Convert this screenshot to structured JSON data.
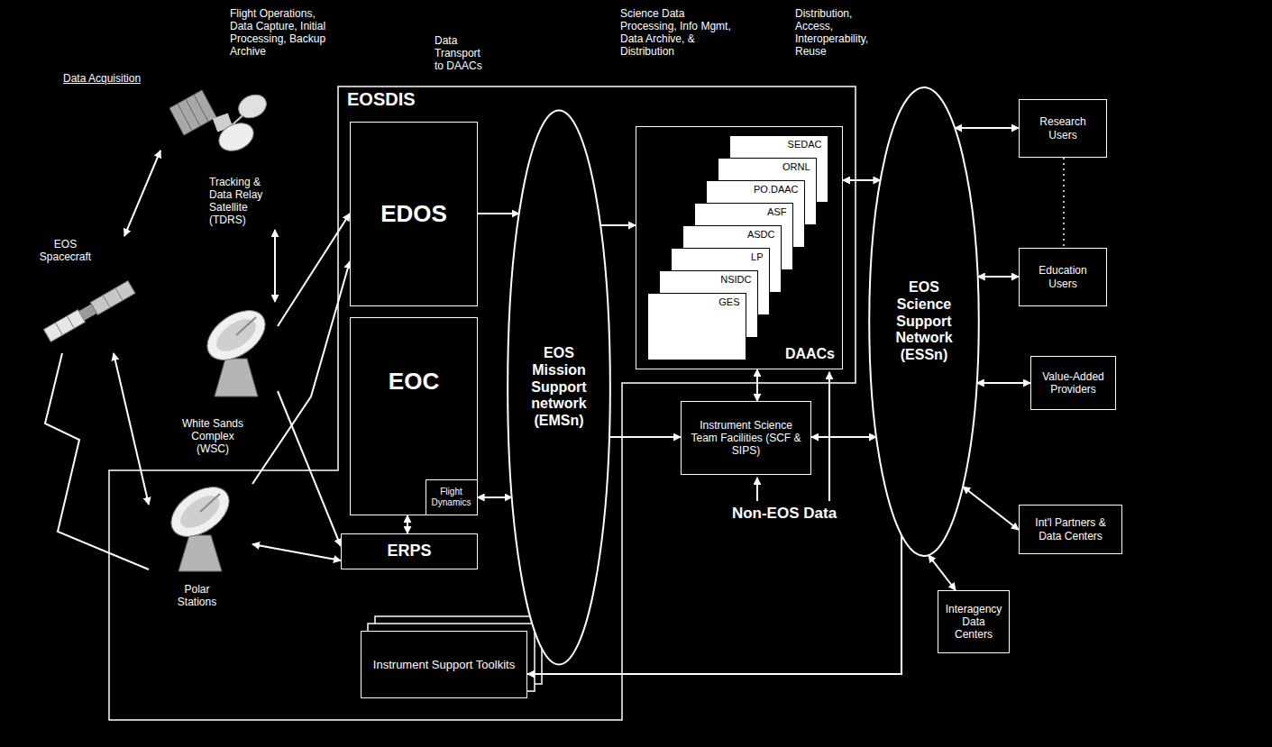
{
  "diagram": {
    "nodes": [
      {
        "text": [
          "EOS Spacecraft"
        ]
      },
      {
        "text": [
          "Tracking & Data Relay Satellite (TDRS)"
        ]
      },
      {
        "text": [
          "White Sands Complex (WSC)"
        ]
      },
      {
        "text": [
          "EOSDIS"
        ]
      },
      {
        "text": [
          "EDOS"
        ],
        "in": 3
      },
      {
        "text": [
          "EOC"
        ],
        "in": 3
      },
      {
        "text": [
          "Flight Dynamics"
        ],
        "in": 5
      },
      {
        "text": [
          "ERPS"
        ],
        "in": 3
      },
      {
        "text": [
          "Polar Stations"
        ],
        "in": 3
      },
      {
        "text": [
          "Instrument Support Toolkits"
        ],
        "in": 3
      },
      {
        "text": [
          "EOS Mission Support network (EMSn)"
        ],
        "in": 3
      },
      {
        "text": [
          "DAACs"
        ],
        "in": 3
      },
      {
        "text": [
          "SEDAC"
        ],
        "in": 11
      },
      {
        "text": [
          "ORNL"
        ],
        "in": 11
      },
      {
        "text": [
          "PO.DAAC"
        ],
        "in": 11
      },
      {
        "text": [
          "ASF"
        ],
        "in": 11
      },
      {
        "text": [
          "ASDC"
        ],
        "in": 11
      },
      {
        "text": [
          "LP"
        ],
        "in": 11
      },
      {
        "text": [
          "NSIDC"
        ],
        "in": 11
      },
      {
        "text": [
          "GES"
        ],
        "in": 11
      },
      {
        "text": [
          "Instrument Science Team Facilities (SCF & SIPS)"
        ]
      },
      {
        "text": [
          "EOS Science Support Network (ESSn)"
        ]
      },
      {
        "text": [
          "Research Users"
        ]
      },
      {
        "text": [
          "Education Users"
        ]
      },
      {
        "text": [
          "Value-Added Providers"
        ]
      },
      {
        "text": [
          "Int'l Partners & Data Centers"
        ]
      },
      {
        "text": [
          "Interagency Data Centers"
        ]
      }
    ],
    "edges": [
      {
        "from": 0,
        "to": 1,
        "arrow": "both"
      },
      {
        "from": 1,
        "to": 2,
        "arrow": "both"
      },
      {
        "from": 2,
        "to": 4,
        "arrow": "to"
      },
      {
        "from": 2,
        "to": 7,
        "arrow": "to"
      },
      {
        "from": 0,
        "to": 8,
        "arrow": "both"
      },
      {
        "from": 0,
        "to": 8,
        "arrow": "none"
      },
      {
        "from": 8,
        "to": 4,
        "arrow": "to"
      },
      {
        "from": 8,
        "to": 7,
        "arrow": "both"
      },
      {
        "from": 5,
        "to": 7,
        "arrow": "both"
      },
      {
        "from": 4,
        "to": 10,
        "arrow": "to"
      },
      {
        "from": 6,
        "to": 10,
        "arrow": "both"
      },
      {
        "from": 10,
        "to": 11,
        "arrow": "to"
      },
      {
        "from": 10,
        "to": 20,
        "arrow": "to"
      },
      {
        "from": 11,
        "to": 20,
        "arrow": "both"
      },
      {
        "from": 11,
        "to": 21,
        "arrow": "both"
      },
      {
        "from": 20,
        "to": 21,
        "arrow": "both"
      },
      {
        "from": 21,
        "to": 22,
        "arrow": "both"
      },
      {
        "from": 22,
        "to": 23,
        "arrow": "none"
      },
      {
        "from": 21,
        "to": 23,
        "arrow": "both"
      },
      {
        "from": 21,
        "to": 24,
        "arrow": "both"
      },
      {
        "from": 21,
        "to": 25,
        "arrow": "both"
      },
      {
        "from": 26,
        "to": 21,
        "arrow": "both"
      },
      {
        "from": 21,
        "to": 9,
        "arrow": "to"
      }
    ],
    "labels": [
      "Data Acquisition",
      "Flight Operations, Data Capture, Initial Processing, Backup Archive",
      "Data Transport to DAACs",
      "Science Data Processing, Info Mgmt, Data Archive, & Distribution",
      "Distribution, Access, Interoperability, Reuse",
      "Non-EOS Data"
    ]
  }
}
